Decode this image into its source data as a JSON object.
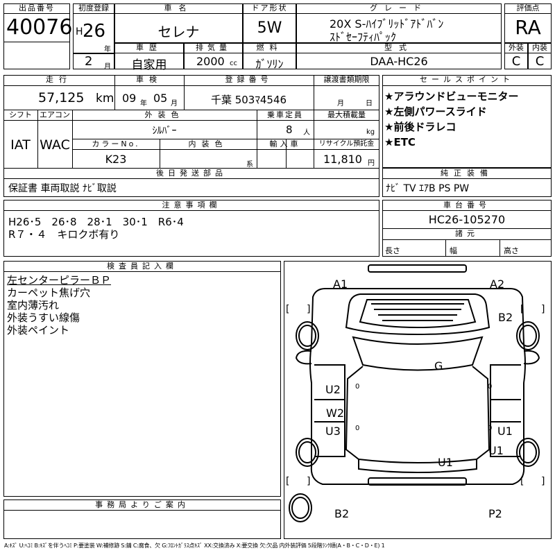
{
  "row1": {
    "h_lot": "出品番号",
    "lot_no": "40076",
    "h_first_reg": "初度登録",
    "era": "H",
    "year": "26",
    "year_unit": "年",
    "month": "2",
    "month_unit": "月",
    "h_car_name": "車名",
    "car_name": "セレナ",
    "h_door": "ドア形状",
    "door": "5W",
    "h_grade": "グレード",
    "grade_line1": "20X S-ﾊｲﾌﾞﾘｯﾄﾞｱﾄﾞﾊﾞﾝ",
    "grade_line2": "ｽﾄﾞｾｰﾌﾃｨﾊﾟｯｸ",
    "h_score": "評価点",
    "score": "RA",
    "h_history": "車歴",
    "history": "自家用",
    "h_displacement": "排気量",
    "displacement": "2000",
    "displacement_unit": "cc",
    "h_fuel": "燃料",
    "fuel": "ｶﾞｿﾘﾝ",
    "h_model": "型式",
    "model": "DAA-HC26",
    "h_exterior": "外装",
    "exterior": "C",
    "h_interior": "内装",
    "interior": "C"
  },
  "row2": {
    "h_mileage": "走行",
    "mileage": "57,125",
    "mileage_unit": "km",
    "h_inspection": "車検",
    "insp_year": "09",
    "insp_year_unit": "年",
    "insp_month": "05",
    "insp_month_unit": "月",
    "h_plate": "登録番号",
    "plate": "千葉 503ﾏ4546",
    "h_transfer": "譲渡書類期限",
    "transfer_month_unit": "月",
    "transfer_day_unit": "日",
    "h_shift": "シフト",
    "shift": "IAT",
    "h_ac": "エアコン",
    "ac": "WAC",
    "h_ext_color": "外装色",
    "ext_color": "ｼﾙﾊﾞｰ",
    "h_capacity": "乗車定員",
    "capacity": "8",
    "capacity_unit": "人",
    "h_max_load": "最大積載量",
    "max_load_unit": "kg",
    "h_color_no": "カラーNo.",
    "color_no": "K23",
    "h_int_color": "内装色",
    "int_color_unit": "系",
    "h_import": "輸入車",
    "h_recycle": "リサイクル預託金",
    "recycle": "11,810",
    "recycle_unit": "円",
    "h_later": "後日発送部品",
    "later": "保証書 車両取説 ﾅﾋﾞ取説"
  },
  "sales": {
    "h": "セールスポイント",
    "items": [
      "★アラウンドビューモニター",
      "★左側パワースライド",
      "★前後ドラレコ",
      "★ETC"
    ]
  },
  "equipment": {
    "h": "純正装備",
    "value": "ﾅﾋﾞ TV ｴｱB PS PW"
  },
  "notes": {
    "h": "注意事項欄",
    "line1": "H26･5　26･8　28･1　30･1　R6･4",
    "line2": "R７・４　キロクボ有り"
  },
  "chassis": {
    "h": "車台番号",
    "value": "HC26-105270"
  },
  "dims": {
    "h": "諸元",
    "length": "長さ",
    "width": "幅",
    "height": "高さ"
  },
  "inspector": {
    "h": "検査員記入欄",
    "lines": [
      "左センターピラーＢＰ",
      "カーペット焦げ穴",
      "室内薄汚れ",
      "外装うすい線傷",
      "外装ペイント"
    ]
  },
  "office": {
    "h": "事務局よりご案内"
  },
  "diagram": {
    "labels": {
      "a1": "A1",
      "a2": "A2",
      "b2_right": "B2",
      "g": "G",
      "u2": "U2",
      "w2": "W2",
      "u3": "U3",
      "u1_right": "U1",
      "u1_center": "U1",
      "u1_lower": "U1",
      "b2_bottom": "B2",
      "p2": "P2"
    },
    "bracket_open": "[",
    "bracket_close": "]",
    "zero": "0"
  },
  "legend": "A:ｷｽﾞ U:ﾍｺﾐ B:ｷｽﾞを伴うﾍｺﾐ P:要塗装 W:補修跡 S:錆 C:腐食、欠 G:ﾌﾛﾝﾄｶﾞﾗｽ点ｷｽﾞ XX:交換済み X:要交換 欠:欠品 内外装評価 5段階ﾗﾝｸ順(A・B・C・D・E) 1"
}
